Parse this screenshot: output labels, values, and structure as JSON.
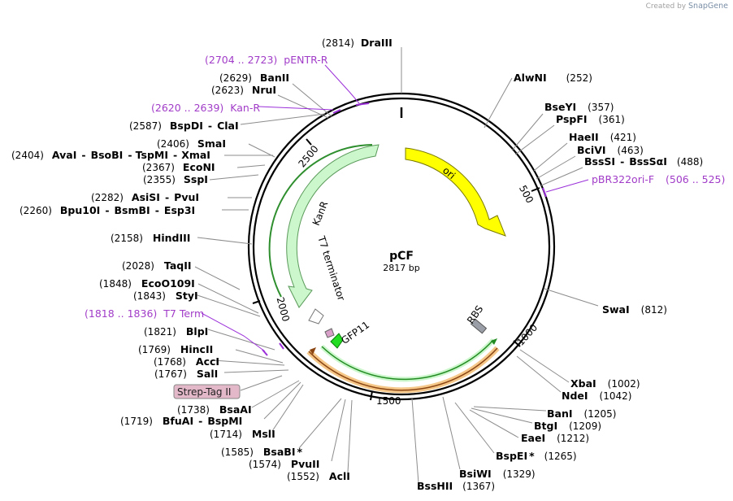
{
  "credit": {
    "prefix": "Created by",
    "brand": "SnapGene"
  },
  "plasmid": {
    "name": "pCF",
    "length_label": "2817 bp"
  },
  "ruler_labels": [
    "500",
    "1000",
    "1500",
    "2000",
    "2500"
  ],
  "sites": {
    "draiii": {
      "name": "DraIII",
      "pos": "(2814)"
    },
    "alwni": {
      "name": "AlwNI",
      "pos": "(252)"
    },
    "bseyi": {
      "name": "BseYI",
      "pos": "(357)"
    },
    "pspfi": {
      "name": "PspFI",
      "pos": "(361)"
    },
    "haeii": {
      "name": "HaeII",
      "pos": "(421)"
    },
    "bcivi": {
      "name": "BciVI",
      "pos": "(463)"
    },
    "bsssi": {
      "name": "BssSI",
      "sep": "-",
      "name2": "BssSαI",
      "pos": "(488)"
    },
    "swai": {
      "name": "SwaI",
      "pos": "(812)"
    },
    "xbai": {
      "name": "XbaI",
      "pos": "(1002)"
    },
    "ndei": {
      "name": "NdeI",
      "pos": "(1042)"
    },
    "bani": {
      "name": "BanI",
      "pos": "(1205)"
    },
    "btgi": {
      "name": "BtgI",
      "pos": "(1209)"
    },
    "eaei": {
      "name": "EaeI",
      "pos": "(1212)"
    },
    "bspei": {
      "name": "BspEI",
      "star": "*",
      "pos": "(1265)"
    },
    "bsiwi": {
      "name": "BsiWI",
      "pos": "(1329)"
    },
    "bsshii": {
      "name": "BssHII",
      "pos": "(1367)"
    },
    "acli": {
      "name": "AclI",
      "pos": "(1552)"
    },
    "pvuii": {
      "name": "PvuII",
      "pos": "(1574)"
    },
    "bsabi": {
      "name": "BsaBI",
      "star": "*",
      "pos": "(1585)"
    },
    "msli": {
      "name": "MslI",
      "pos": "(1714)"
    },
    "bfuai": {
      "name": "BfuAI",
      "sep": "-",
      "name2": "BspMI",
      "pos": "(1719)"
    },
    "bsaai": {
      "name": "BsaAI",
      "pos": "(1738)"
    },
    "sali": {
      "name": "SalI",
      "pos": "(1767)"
    },
    "acci": {
      "name": "AccI",
      "pos": "(1768)"
    },
    "hincii": {
      "name": "HincII",
      "pos": "(1769)"
    },
    "blpi": {
      "name": "BlpI",
      "pos": "(1821)"
    },
    "styi": {
      "name": "StyI",
      "pos": "(1843)"
    },
    "ecoo109i": {
      "name": "EcoO109I",
      "pos": "(1848)"
    },
    "taqii": {
      "name": "TaqII",
      "pos": "(2028)"
    },
    "hindiii": {
      "name": "HindIII",
      "pos": "(2158)"
    },
    "bpu10i": {
      "name": "Bpu10I",
      "sep": "-",
      "name2": "BsmBI",
      "sep2": "-",
      "name3": "Esp3I",
      "pos": "(2260)"
    },
    "asisi": {
      "name": "AsiSI",
      "sep": "-",
      "name2": "PvuI",
      "pos": "(2282)"
    },
    "sspi": {
      "name": "SspI",
      "pos": "(2355)"
    },
    "econi": {
      "name": "EcoNI",
      "pos": "(2367)"
    },
    "avai": {
      "name": "AvaI",
      "sep": "-",
      "name2": "BsoBI",
      "sep2": "-",
      "name3": "TspMI",
      "sep3": "-",
      "name4": "XmaI",
      "pos": "(2404)"
    },
    "smai": {
      "name": "SmaI",
      "pos": "(2406)"
    },
    "bspdi": {
      "name": "BspDI",
      "sep": "-",
      "name2": "ClaI",
      "pos": "(2587)"
    },
    "nrui": {
      "name": "NruI",
      "pos": "(2623)"
    },
    "banii": {
      "name": "BanII",
      "pos": "(2629)"
    }
  },
  "primers": {
    "pentr_r": {
      "range": "(2704 .. 2723)",
      "name": "pENTR-R"
    },
    "kan_r": {
      "range": "(2620 .. 2639)",
      "name": "Kan-R"
    },
    "pbr322ori_f": {
      "name": "pBR322ori-F",
      "range": "(506 .. 525)"
    },
    "t7_term": {
      "range": "(1818 .. 1836)",
      "name": "T7 Term"
    }
  },
  "features": {
    "ori": "ori",
    "kanr": "KanR",
    "t7_terminator": "T7 terminator",
    "rbs": "RBS",
    "gfp11": "GFP11",
    "strep_tag": "Strep-Tag II"
  },
  "colors": {
    "ori": "#ffff00",
    "kanr": "#ccf7cc",
    "t7_terminator": "#c8c8c8",
    "rbs": "#9a9ea6",
    "gfp11": "#22dd22",
    "orf": "#228b22",
    "orf_highlight": "#f5c88a",
    "primer": "#9b30d9",
    "strep_tag": "#e3b8c8"
  }
}
